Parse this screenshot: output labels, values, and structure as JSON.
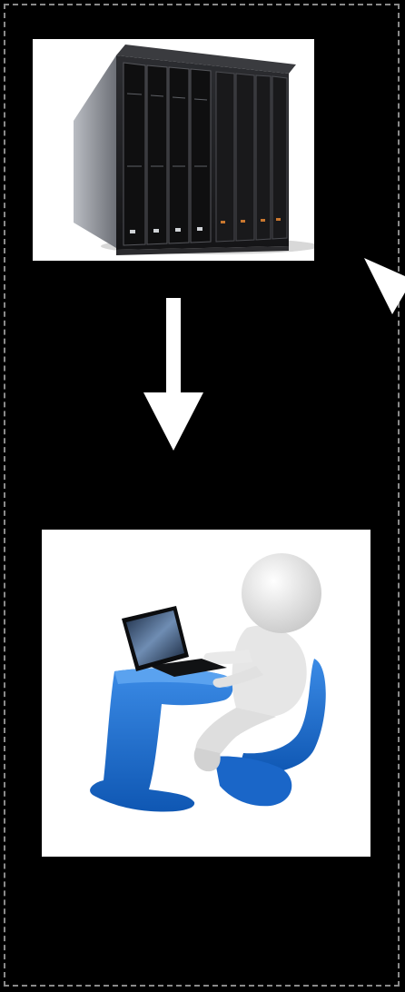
{
  "diagram": {
    "nodes": [
      {
        "id": "server",
        "icon": "blade-server-icon"
      },
      {
        "id": "user",
        "icon": "laptop-user-icon"
      }
    ],
    "edges": [
      {
        "from": "server",
        "to": "user",
        "direction": "down"
      },
      {
        "from": "server",
        "to": "offscreen-right",
        "direction": "down-right",
        "partially_visible": true
      }
    ]
  },
  "colors": {
    "background": "#000000",
    "frame_border": "#8a8a8a",
    "arrow": "#ffffff",
    "panel": "#ffffff",
    "chair_blue": "#1f6fd0",
    "server_dark": "#1c1c1e",
    "figure_gray": "#e6e6e6"
  }
}
